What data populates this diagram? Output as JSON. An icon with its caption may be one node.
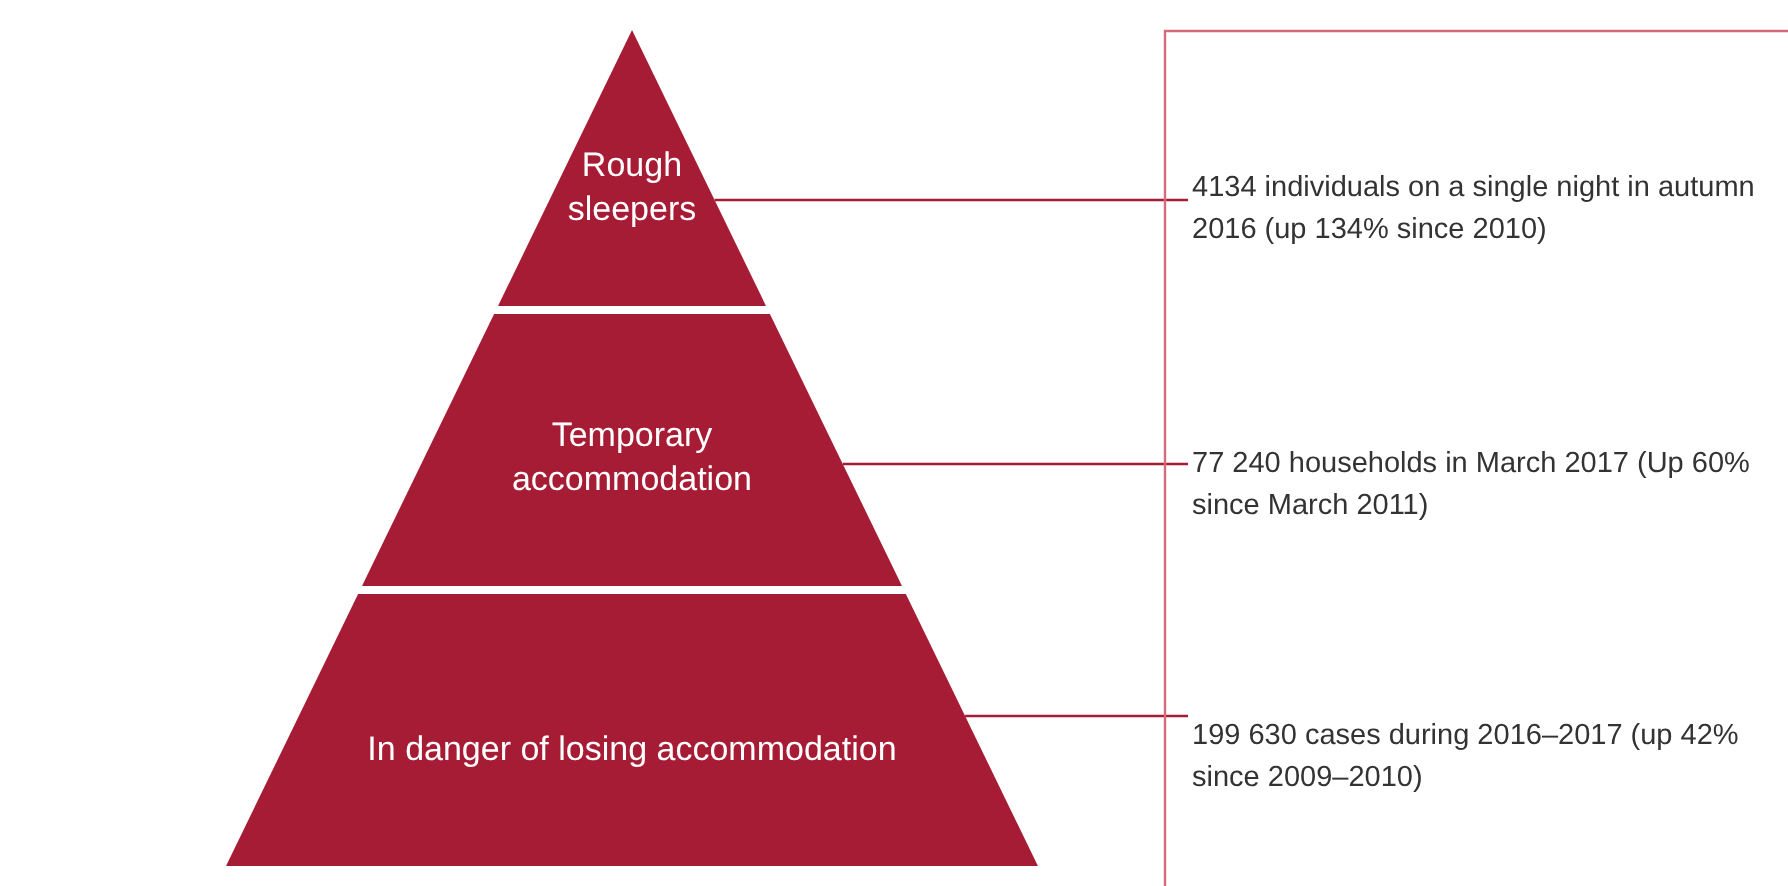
{
  "diagram": {
    "nodes": [
      {
        "text": [
          "Rough sleepers"
        ]
      },
      {
        "text": [
          "Temporary accommodation"
        ]
      },
      {
        "text": [
          "In danger of losing accommodation"
        ]
      },
      {
        "text": [
          "4134 individuals on a single night in autumn 2016 (up 134% since 2010)"
        ]
      },
      {
        "text": [
          "77 240 households in March 2017 (Up 60% since March 2011)"
        ]
      },
      {
        "text": [
          "199 630 cases during 2016–2017 (up 42% since 2009–2010)"
        ]
      }
    ],
    "edges": [
      {
        "from": 0,
        "to": 3,
        "arrow": "none"
      },
      {
        "from": 1,
        "to": 4,
        "arrow": "none"
      },
      {
        "from": 2,
        "to": 5,
        "arrow": "none"
      }
    ]
  }
}
